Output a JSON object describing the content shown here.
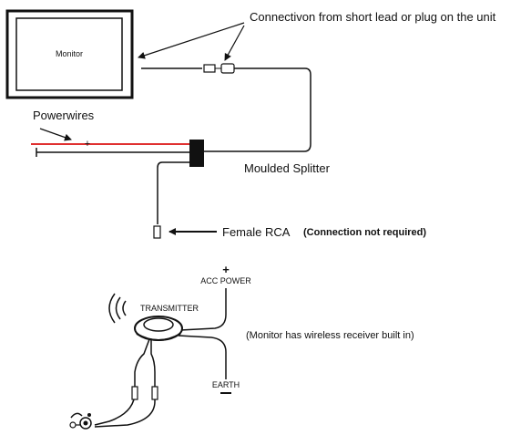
{
  "labels": {
    "monitor": "Monitor",
    "connection_note": "Connectivon from short lead or plug on the unit",
    "powerwires": "Powerwires",
    "plus": "+",
    "minus": "-",
    "splitter": "Moulded Splitter",
    "female_rca": "Female RCA",
    "rca_note": "(Connection not required)",
    "acc_plus": "+",
    "acc_power": "ACC POWER",
    "transmitter": "TRANSMITTER",
    "wireless_note": "(Monitor has wireless receiver built in)",
    "earth": "EARTH"
  },
  "colors": {
    "line": "#111111",
    "power_red": "#e03030"
  },
  "icons": {
    "monitor": "monitor-icon",
    "transmitter": "transmitter-icon",
    "wireless_waves": "wireless-waves-icon",
    "camera": "camera-icon",
    "rca_plug": "rca-plug-icon",
    "splitter": "moulded-splitter-icon"
  }
}
